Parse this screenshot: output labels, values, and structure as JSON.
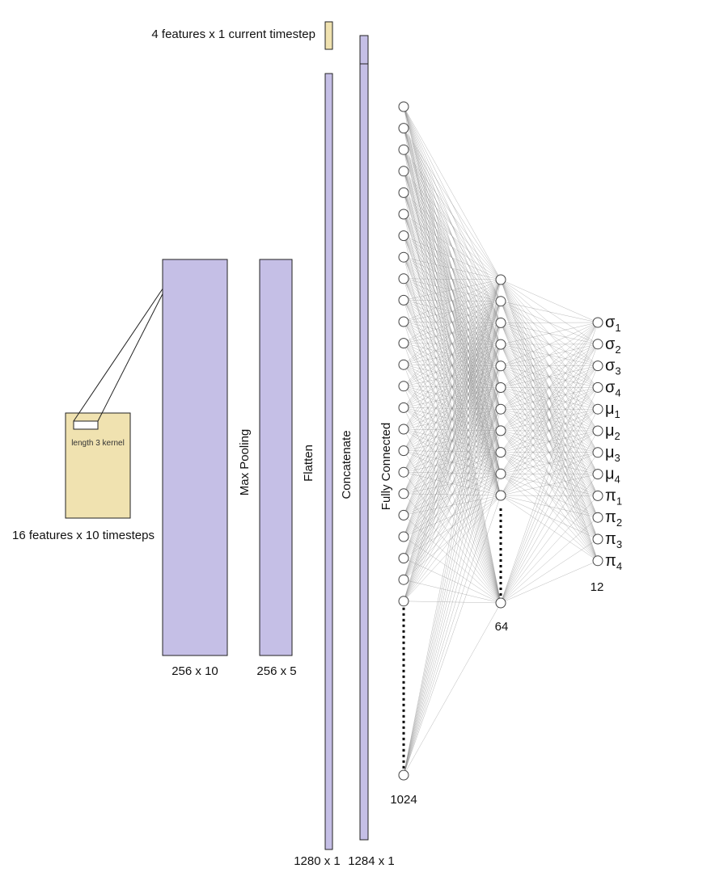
{
  "colors": {
    "layer_fill": "#c5bfe6",
    "layer_stroke": "#222222",
    "input_fill": "#f0e2b0",
    "edge": "#808080",
    "node_fill": "#ffffff",
    "node_stroke": "#444444"
  },
  "labels": {
    "current_input": "4 features x 1 current timestep",
    "kernel": "length 3 kernel",
    "seq_input": "16 features x 10 timesteps",
    "conv_dims": "256 x 10",
    "maxpool": "Max Pooling",
    "pool_dims": "256 x 5",
    "flatten": "Flatten",
    "flatten_dims": "1280 x 1",
    "concat": "Concatenate",
    "concat_dims": "1284 x 1",
    "fc": "Fully Connected",
    "fc1_size": "1024",
    "fc2_size": "64",
    "out_size": "12"
  },
  "network": {
    "layer1_drawn_nodes": 24,
    "layer2_drawn_nodes": 11,
    "outputs": [
      {
        "sym": "σ",
        "sub": "1"
      },
      {
        "sym": "σ",
        "sub": "2"
      },
      {
        "sym": "σ",
        "sub": "3"
      },
      {
        "sym": "σ",
        "sub": "4"
      },
      {
        "sym": "μ",
        "sub": "1"
      },
      {
        "sym": "μ",
        "sub": "2"
      },
      {
        "sym": "μ",
        "sub": "3"
      },
      {
        "sym": "μ",
        "sub": "4"
      },
      {
        "sym": "π",
        "sub": "1"
      },
      {
        "sym": "π",
        "sub": "2"
      },
      {
        "sym": "π",
        "sub": "3"
      },
      {
        "sym": "π",
        "sub": "4"
      }
    ]
  }
}
